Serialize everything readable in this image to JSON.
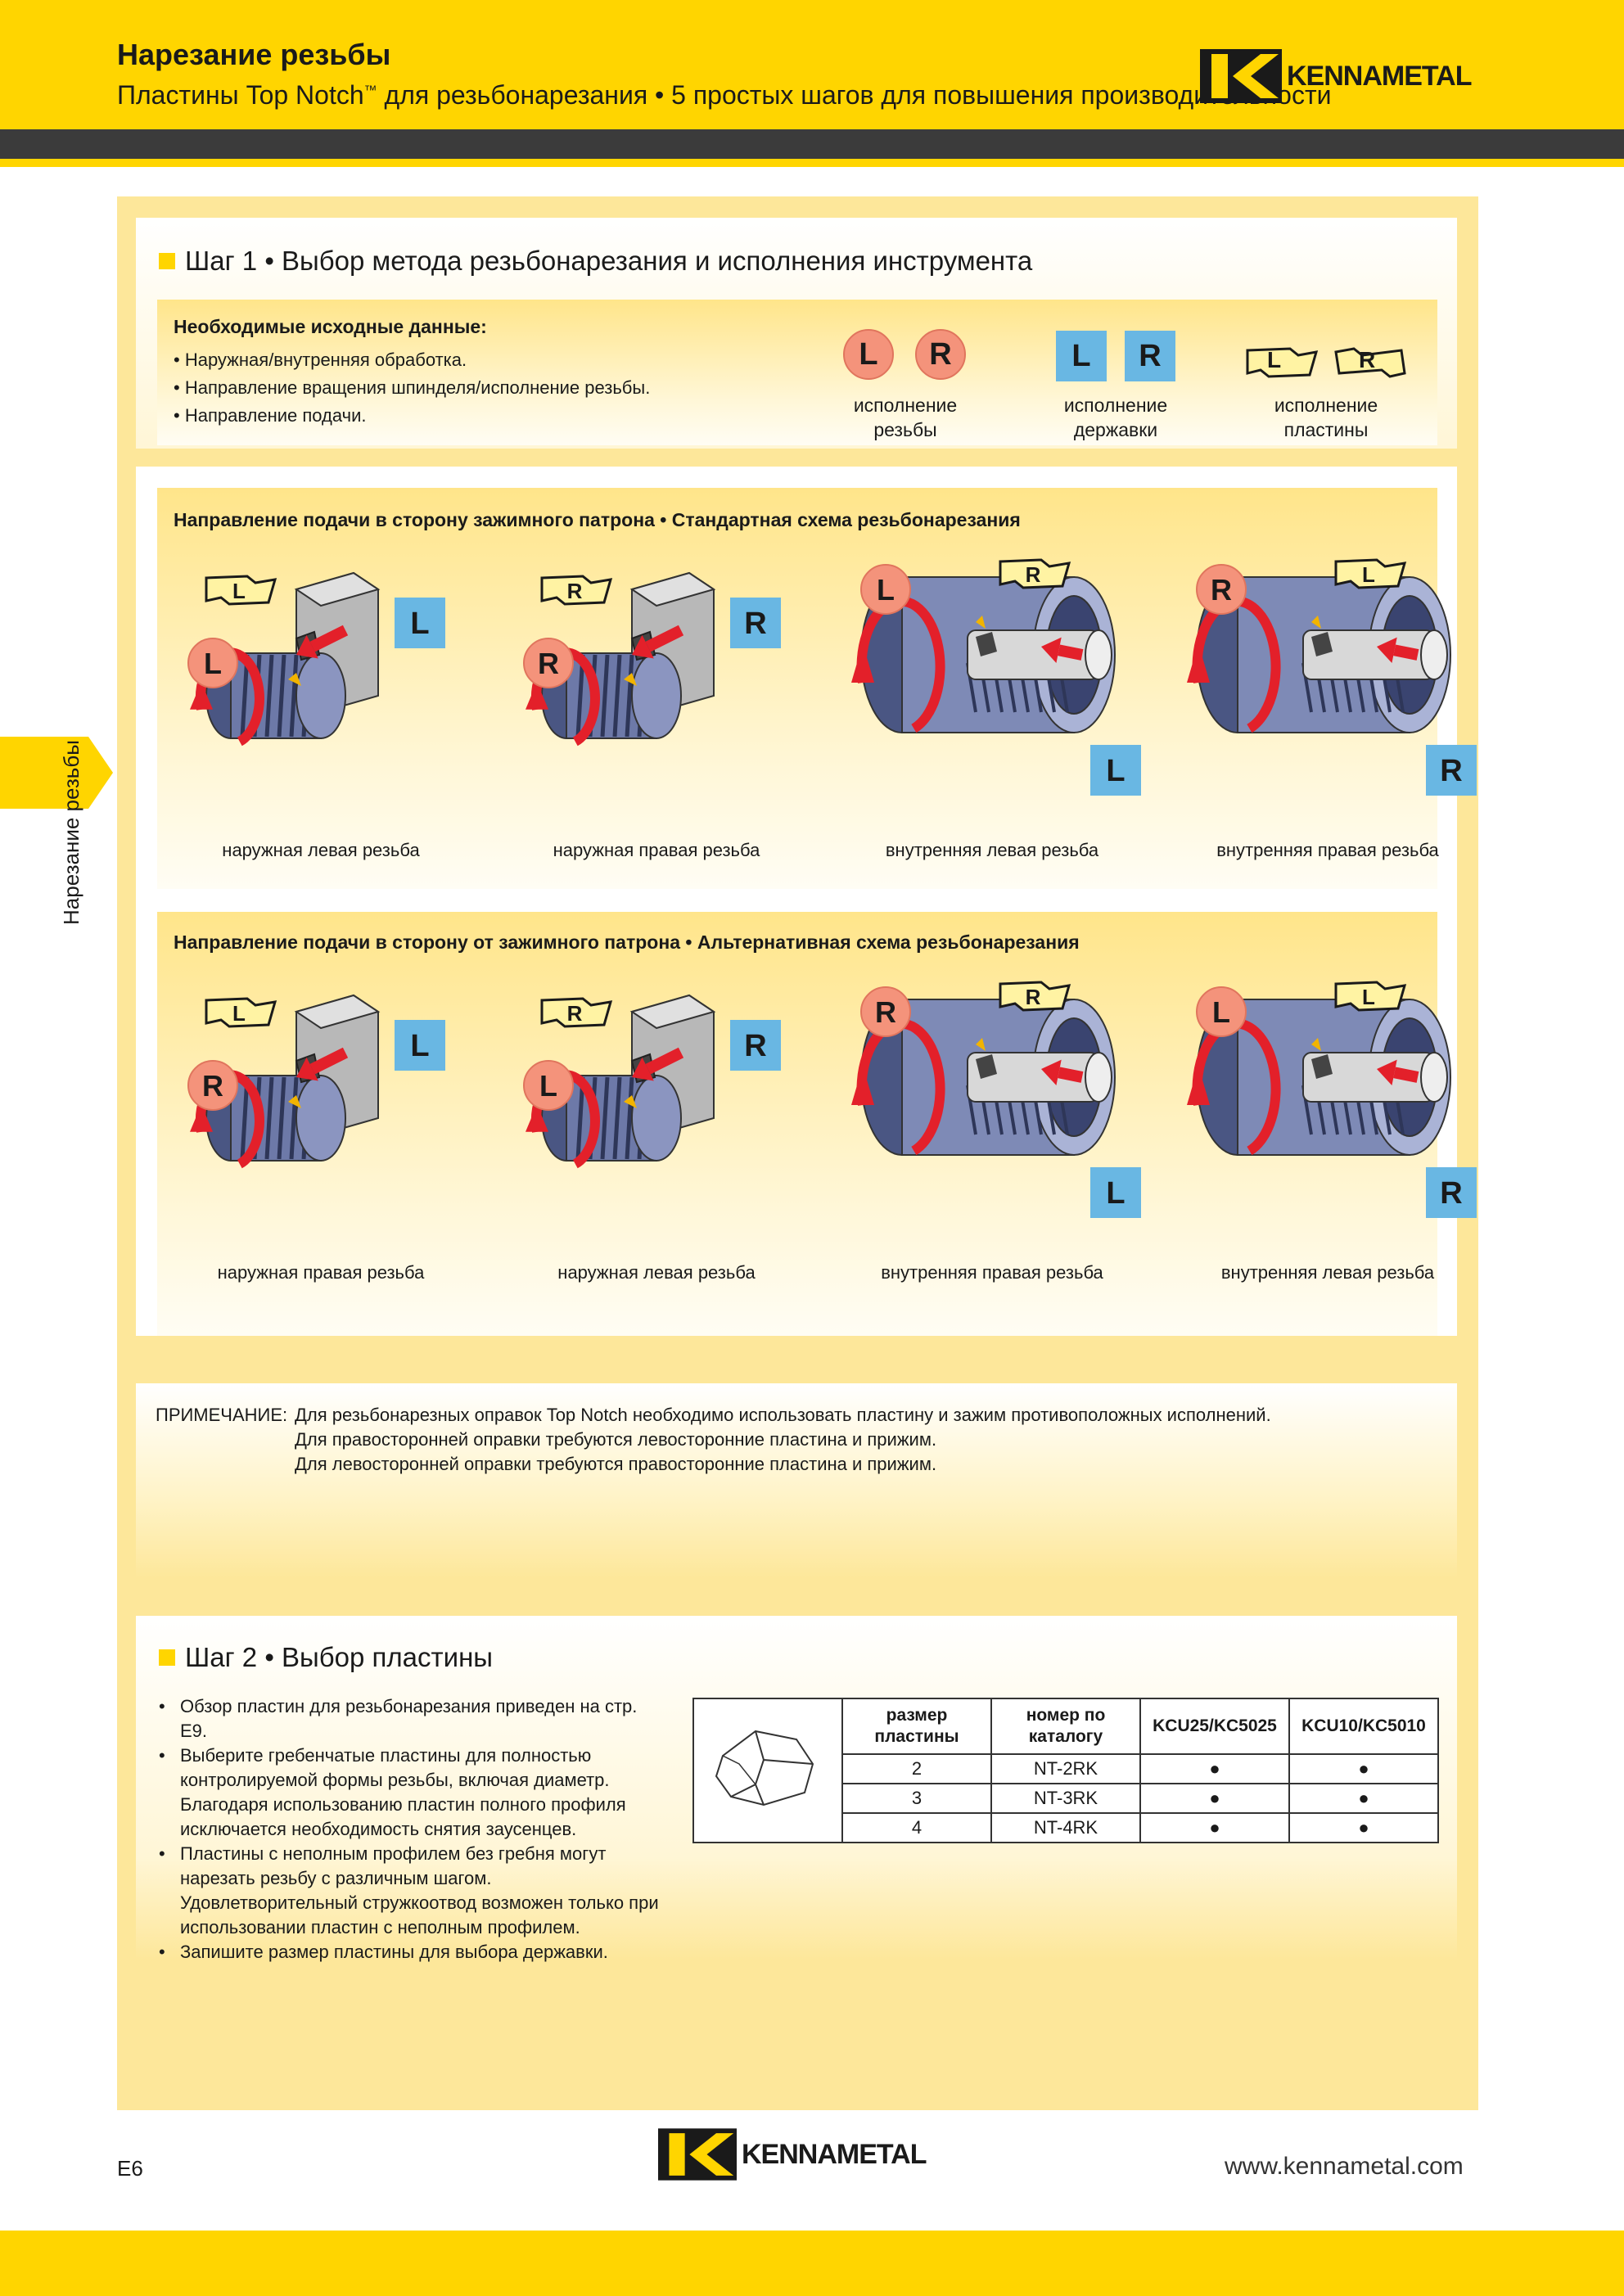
{
  "header": {
    "title": "Нарезание резьбы",
    "subtitle_pre": "Пластины Top Notch",
    "subtitle_tm": "™",
    "subtitle_post": " для резьбонарезания • 5 простых шагов для повышения производительности",
    "logo_text": "KENNAMETAL"
  },
  "side_tab": {
    "label": "Нарезание резьбы"
  },
  "step1": {
    "title": "Шаг 1 • Выбор метода резьбонарезания и исполнения инструмента",
    "input_heading": "Необходимые исходные данные:",
    "inputs": [
      "• Наружная/внутренняя обработка.",
      "• Направление вращения шпинделя/исполнение резьбы.",
      "• Направление подачи."
    ],
    "legend": [
      {
        "badges": [
          "L",
          "R"
        ],
        "caption1": "исполнение",
        "caption2": "резьбы"
      },
      {
        "badges": [
          "L",
          "R"
        ],
        "caption1": "исполнение",
        "caption2": "державки"
      },
      {
        "badges": [
          "L",
          "R"
        ],
        "caption1": "исполнение",
        "caption2": "пластины"
      }
    ]
  },
  "standard": {
    "heading": "Направление подачи в сторону зажимного патрона • Стандартная схема резьбонарезания",
    "figures": [
      {
        "thread": "L",
        "holder": "L",
        "insert": "L",
        "caption": "наружная левая резьба"
      },
      {
        "thread": "R",
        "holder": "R",
        "insert": "R",
        "caption": "наружная правая резьба"
      },
      {
        "thread": "L",
        "holder": "L",
        "insert": "R",
        "caption": "внутренняя левая резьба"
      },
      {
        "thread": "R",
        "holder": "R",
        "insert": "L",
        "caption": "внутренняя правая резьба"
      }
    ]
  },
  "alternative": {
    "heading": "Направление подачи в сторону от зажимного патрона • Альтернативная схема резьбонарезания",
    "figures": [
      {
        "thread": "R",
        "holder": "L",
        "insert": "L",
        "caption": "наружная правая резьба"
      },
      {
        "thread": "L",
        "holder": "R",
        "insert": "R",
        "caption": "наружная левая резьба"
      },
      {
        "thread": "R",
        "holder": "L",
        "insert": "R",
        "caption": "внутренняя правая резьба"
      },
      {
        "thread": "L",
        "holder": "R",
        "insert": "L",
        "caption": "внутренняя левая резьба"
      }
    ]
  },
  "note": {
    "label": "ПРИМЕЧАНИЕ:",
    "line1": "Для резьбонарезных оправок Top Notch необходимо использовать пластину и зажим противоположных исполнений.",
    "line2": "Для правосторонней оправки требуются левосторонние пластина и прижим.",
    "line3": "Для левосторонней оправки требуются правосторонние пластина и прижим."
  },
  "step2": {
    "title": "Шаг 2 • Выбор пластины",
    "bullets": [
      "Обзор пластин для резьбонарезания приведен на стр. E9.",
      "Выберите гребенчатые пластины для полностью контролируемой формы резьбы, включая диаметр. Благодаря использованию пластин полного профиля исключается необходимость снятия заусенцев.",
      "Пластины с неполным профилем без гребня могут нарезать резьбу с различным шагом. Удовлетворительный стружкоотвод возможен только при использовании пластин с неполным профилем.",
      "Запишите размер пластины для выбора державки."
    ],
    "table": {
      "headers": [
        "размер пластины",
        "номер по каталогу",
        "KCU25/KC5025",
        "KCU10/KC5010"
      ],
      "rows": [
        [
          "2",
          "NT-2RK",
          "●",
          "●"
        ],
        [
          "3",
          "NT-3RK",
          "●",
          "●"
        ],
        [
          "4",
          "NT-4RK",
          "●",
          "●"
        ]
      ]
    }
  },
  "footer": {
    "page": "E6",
    "logo_text": "KENNAMETAL",
    "url": "www.kennametal.com"
  },
  "colors": {
    "brand_yellow": "#ffd500",
    "dark_band": "#3b3b3b",
    "thread_badge": "#f4937b",
    "holder_badge": "#69b7e3",
    "arrow_red": "#e3202a",
    "steel_blue": "#5b6a9a"
  }
}
